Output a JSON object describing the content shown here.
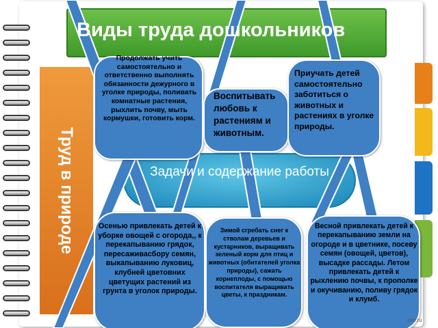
{
  "title": "Виды труда дошкольников",
  "side_label": "Труд в природе",
  "task_center": "Задачи и содержание работы",
  "callouts": {
    "top_left": "Продолжать учить самостоятельно и ответственно выполнять обязанности дежурного в уголке природы, поливать комнатные растения, рыхлить почву, мыть кормушки, готовить корм.",
    "top_middle": "Воспитывать любовь к растениям и животным.",
    "top_right": "Приучать детей самостоятельно заботиться о животных и растениях в уголке природы.",
    "bottom_left": "Осенью привлекать детей к уборке овощей с огорода,, к перекапыванию грядок, пересаживасбору семян, выкапыванию луковиц, клубней цветовних цветущих растений из грунта в уголок природы.",
    "bottom_middle": "Зимой сгребать снег к стволам деревьев и кустарников, выращивать зеленый корм для птиц и животных (обитателей уголка природы), сажать корнеплоды, с помощью воспитателя выращивать цветы, к праздникам.",
    "bottom_right": "Весной привлекать детей к перекапыванию земли на огороде и в цветнике, посеву семян (овощей, цветов), высадке рассады. Летом привлекать детей к рыхлению почвы, к прополке и окучиванию, поливу грядок и клумб."
  },
  "watermark": "om.ru",
  "colors": {
    "title_green": "#4caf32",
    "side_orange": "#e8801a",
    "callout_blue": "#3f7fc4",
    "oval_cyan": "#29a3d4"
  }
}
